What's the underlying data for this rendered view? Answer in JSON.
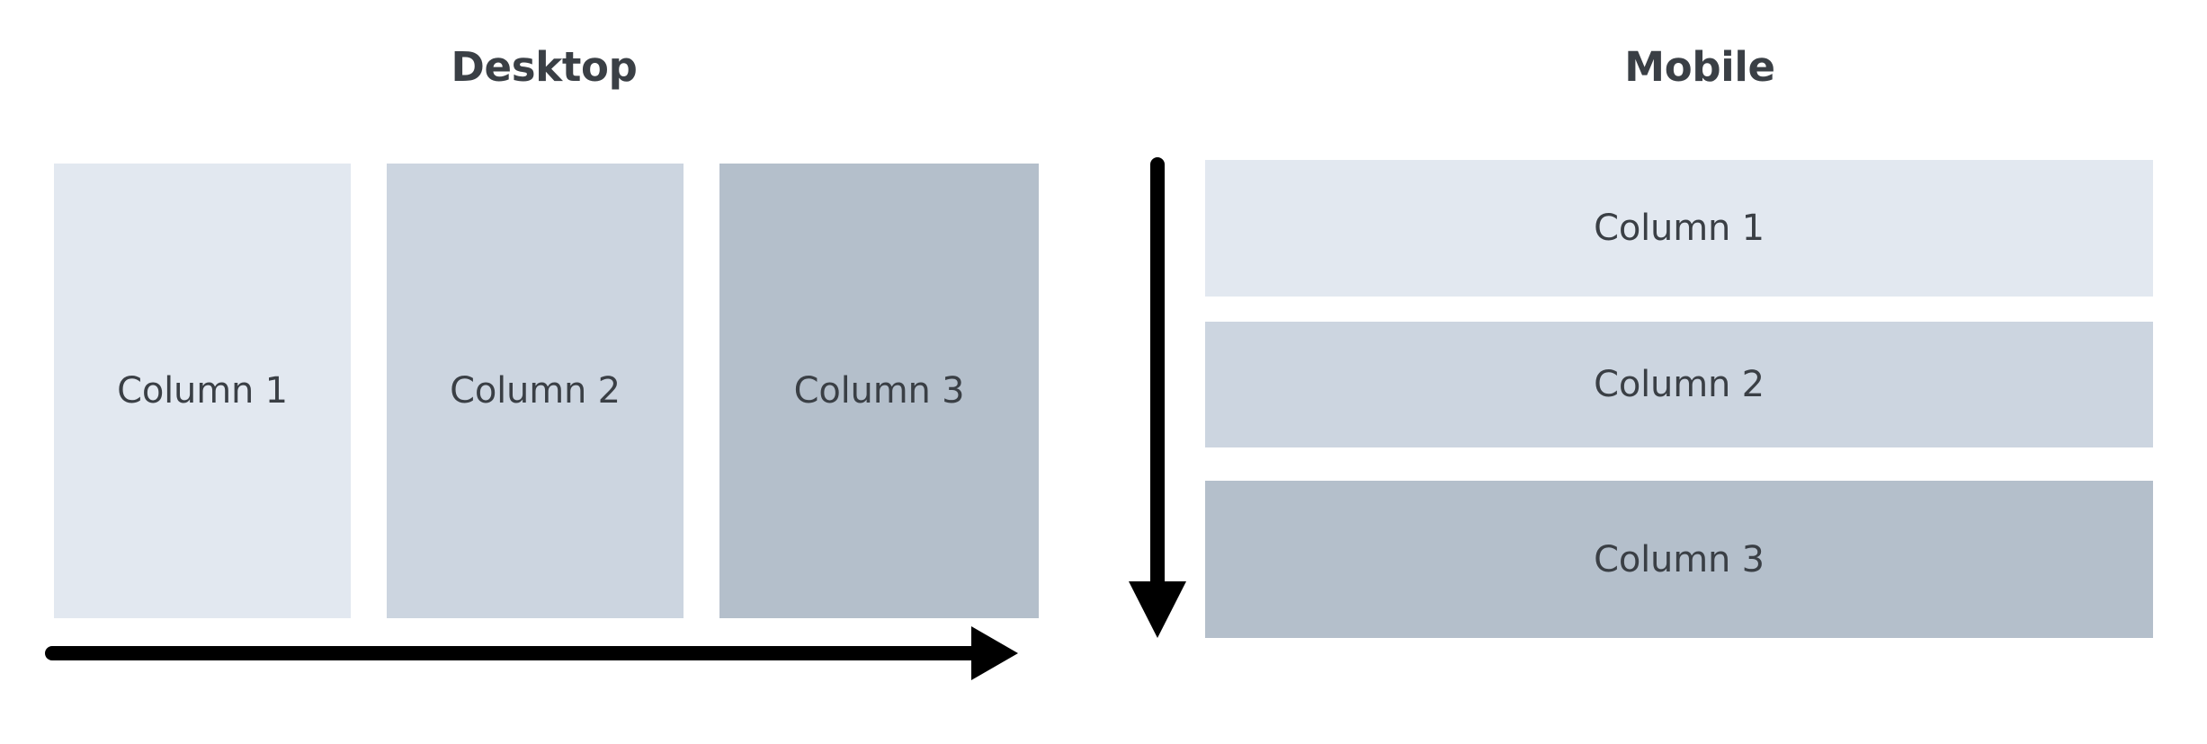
{
  "diagram": {
    "background_color": "#ffffff",
    "label_text_color": "#3a3f45",
    "arrow_color": "#000000"
  },
  "desktop": {
    "title": "Desktop",
    "flow_direction": "horizontal",
    "arrow_name": "horizontal-flow-arrow",
    "columns": [
      {
        "label": "Column 1",
        "fill": "#e2e8f0"
      },
      {
        "label": "Column 2",
        "fill": "#ccd5e0"
      },
      {
        "label": "Column 3",
        "fill": "#b4bfcb"
      }
    ]
  },
  "mobile": {
    "title": "Mobile",
    "flow_direction": "vertical",
    "arrow_name": "vertical-flow-arrow",
    "rows": [
      {
        "label": "Column 1",
        "fill": "#e2e8f0"
      },
      {
        "label": "Column 2",
        "fill": "#ccd5e0"
      },
      {
        "label": "Column 3",
        "fill": "#b4bfcb"
      }
    ]
  }
}
